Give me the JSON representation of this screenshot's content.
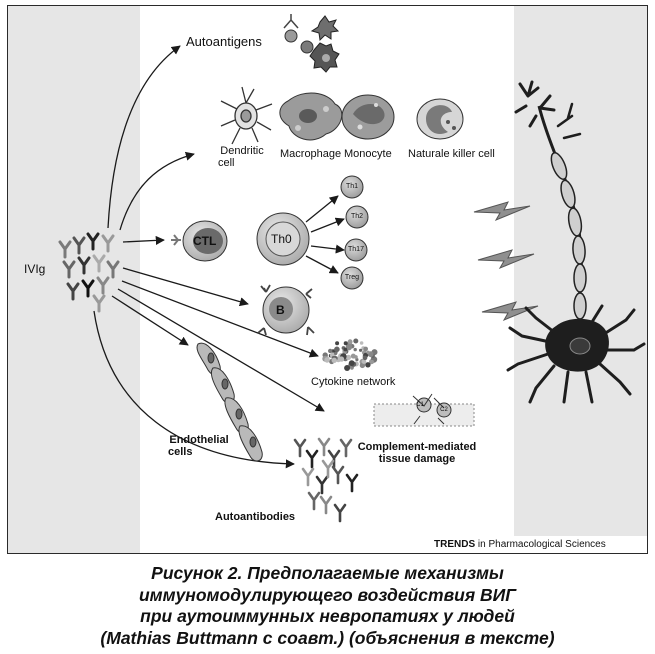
{
  "labels": {
    "ivig": "IVIg",
    "autoantigens": "Autoantigens",
    "dendritic_cell": [
      "Dendritic",
      "cell"
    ],
    "macrophage": "Macrophage",
    "monocyte": "Monocyte",
    "nk_cell": "Naturale killer cell",
    "ctl": "CTL",
    "th0": "Th0",
    "th1": "Th1",
    "th2": "Th2",
    "th17": "Th17",
    "treg": "Treg",
    "b_cell": "B",
    "cytokine_network": "Cytokine network",
    "complement": [
      "Complement-mediated",
      "tissue damage"
    ],
    "endothelial": [
      "Endothelial",
      "cells"
    ],
    "autoantibodies": "Autoantibodies",
    "c1": "C1",
    "c2": "C2",
    "trends_prefix": "TRENDS",
    "trends_suffix": "in Pharmacological Sciences"
  },
  "caption": {
    "line1": "Рисунок 2. Предполагаемые механизмы",
    "line2": "иммуномодулирующего воздействия ВИГ",
    "line3": "при аутоиммунных невропатиях у людей",
    "line4": "(Mathias Buttmann с соавт.) (объяснения в тексте)"
  },
  "colors": {
    "panel_gray": "#e6e6e6",
    "cell_fill": "#cfcfcf",
    "nucleus": "#8a8a8a",
    "ink": "#1a1a1a"
  }
}
